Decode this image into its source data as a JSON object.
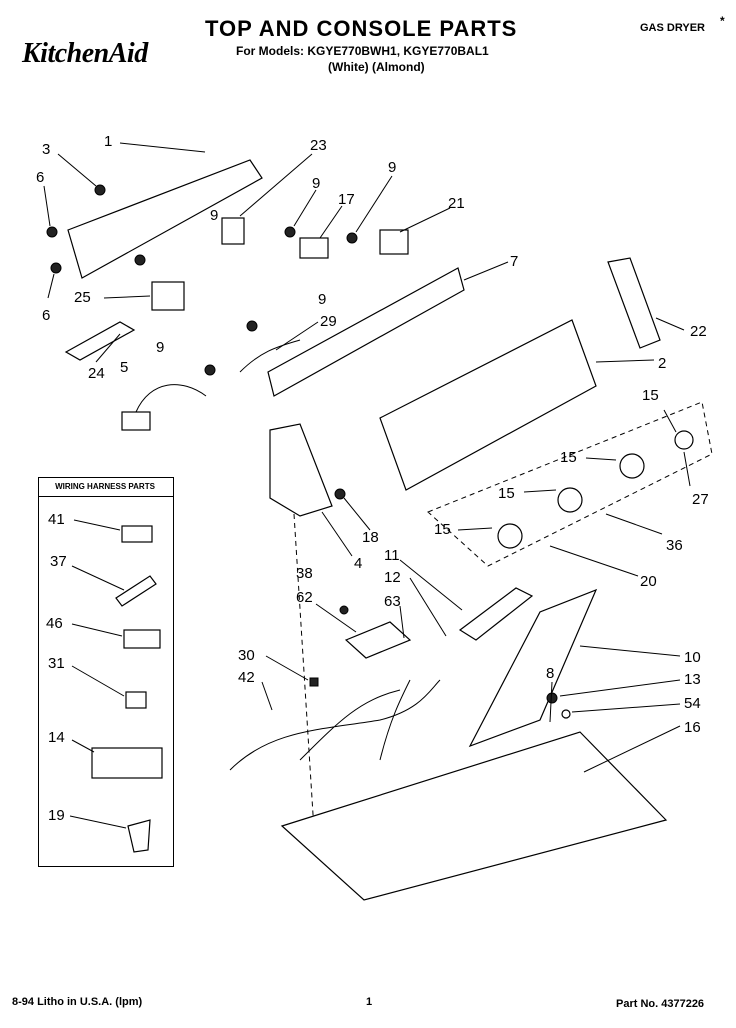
{
  "header": {
    "brand": "KitchenAid",
    "title": "TOP AND CONSOLE PARTS",
    "models": "For Models: KGYE770BWH1, KGYE770BAL1",
    "variants": "(White)      (Almond)",
    "dryer_type": "GAS DRYER",
    "star": "*"
  },
  "harness_box": {
    "title": "WIRING HARNESS PARTS"
  },
  "callouts": [
    "1",
    "3",
    "6",
    "6",
    "9",
    "9",
    "9",
    "9",
    "9",
    "17",
    "21",
    "23",
    "7",
    "25",
    "29",
    "24",
    "5",
    "22",
    "2",
    "15",
    "15",
    "15",
    "15",
    "27",
    "36",
    "20",
    "18",
    "4",
    "11",
    "12",
    "38",
    "62",
    "63",
    "10",
    "30",
    "42",
    "8",
    "13",
    "54",
    "16",
    "41",
    "37",
    "46",
    "31",
    "14",
    "19"
  ],
  "footer": {
    "left": "8-94 Litho in U.S.A. (lpm)",
    "page": "1",
    "part_no": "Part No. 4377226"
  }
}
